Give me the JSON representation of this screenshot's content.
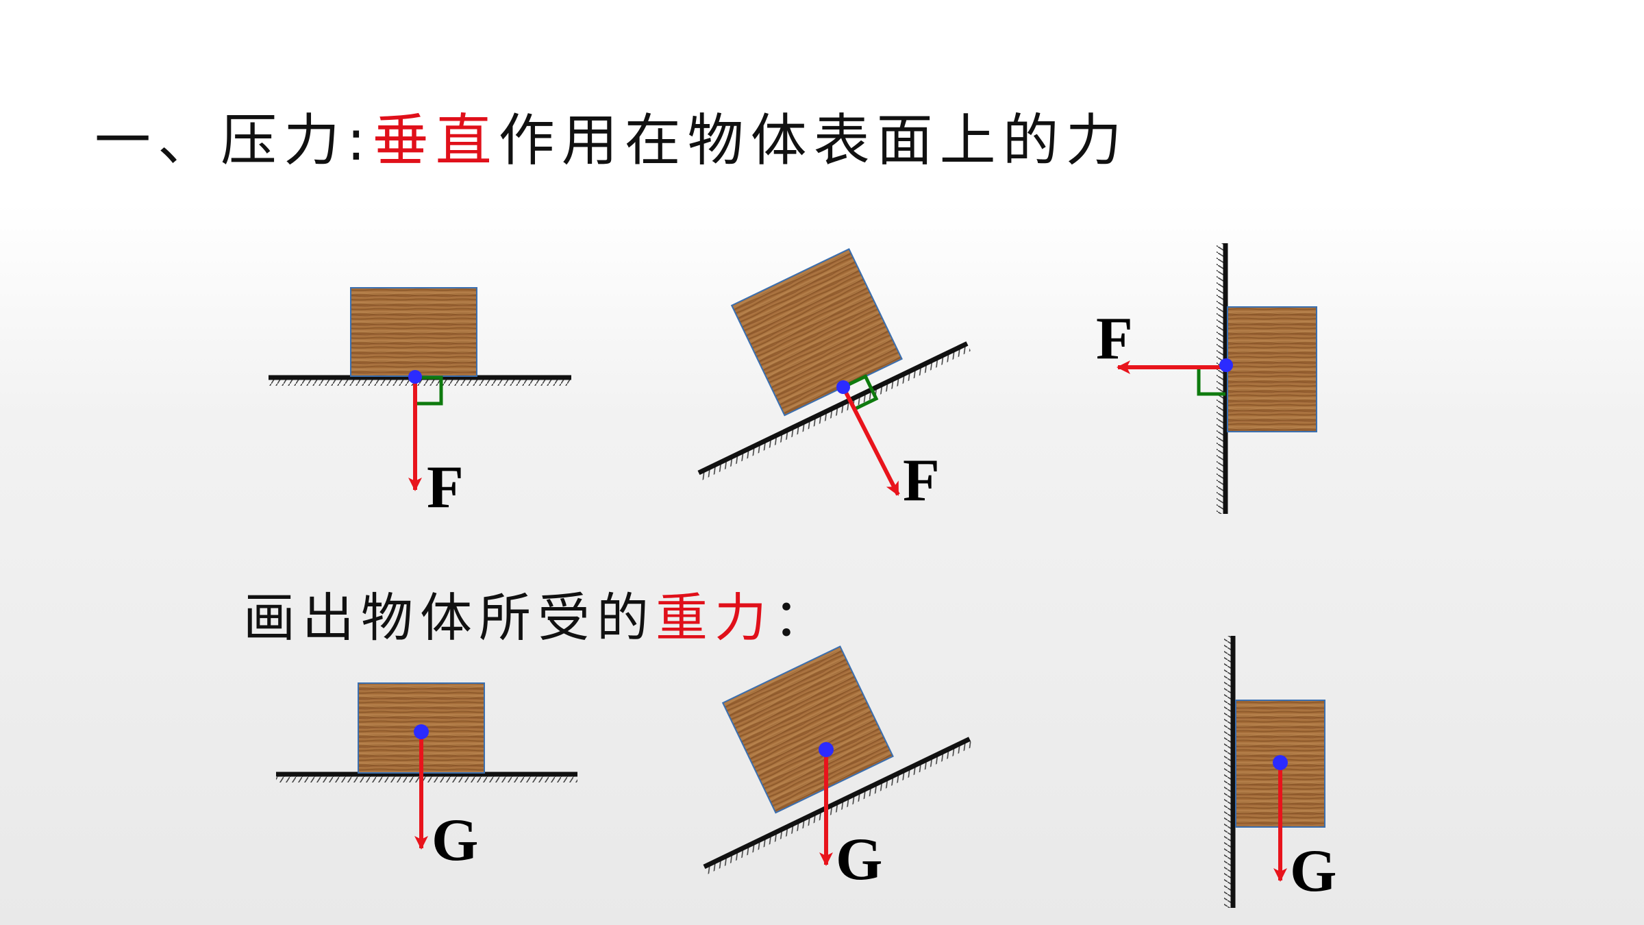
{
  "title": {
    "prefix": "一、压力:",
    "highlight": "垂直",
    "suffix": "作用在物体表面上的力"
  },
  "subtitle": {
    "prefix": "画出物体所受的",
    "highlight": "重力",
    "suffix": "："
  },
  "labels": {
    "pressure": "F",
    "gravity": "G"
  },
  "colors": {
    "title_highlight": "#e0101a",
    "force_arrow": "#e8141c",
    "contact_point": "#2b2bff",
    "right_angle_mark": "#0e7a0e",
    "block_border": "#3a6fb0"
  }
}
